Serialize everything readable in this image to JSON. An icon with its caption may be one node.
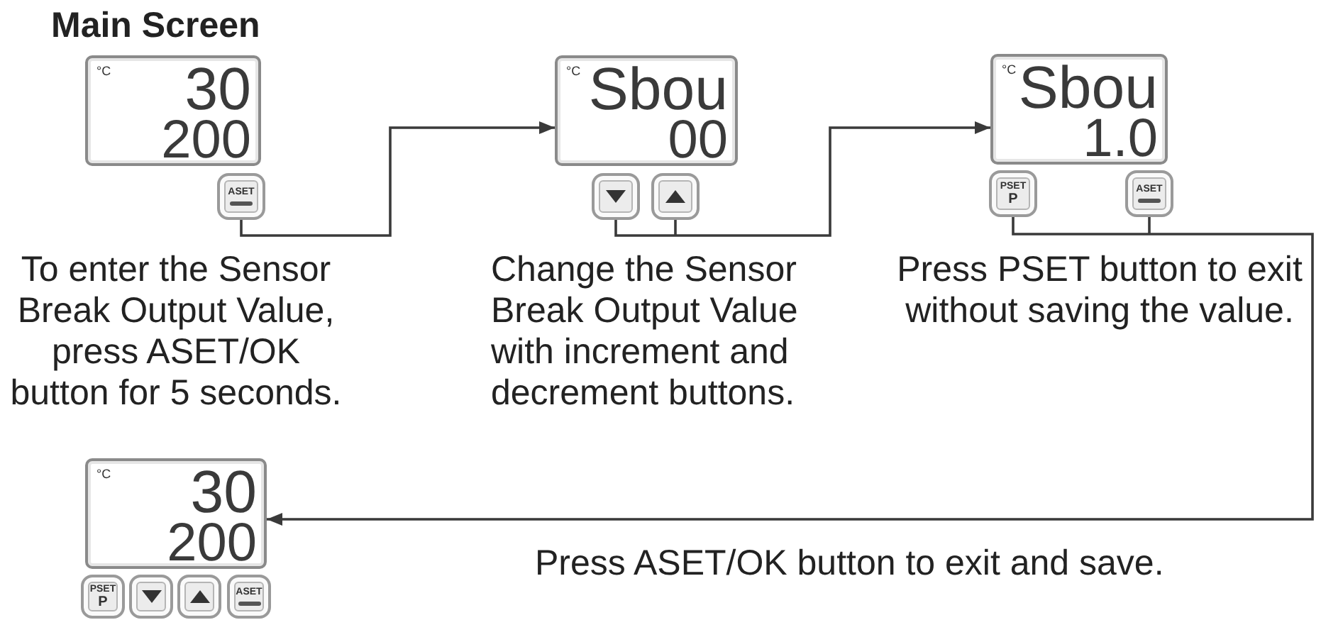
{
  "diagram": {
    "nodes": [
      {
        "text": [
          "Main Screen",
          "°C",
          "30",
          "200"
        ]
      },
      {
        "text": [
          "ASET"
        ]
      },
      {
        "text": [
          "°C",
          "Sbou",
          "00"
        ]
      },
      {
        "text": [],
        "shape": "button"
      },
      {
        "text": [],
        "shape": "button"
      },
      {
        "text": [
          "°C",
          "Sbou",
          "1.0"
        ]
      },
      {
        "text": [
          "PSET",
          "P"
        ]
      },
      {
        "text": [
          "ASET"
        ]
      },
      {
        "text": [
          "°C",
          "30",
          "200"
        ]
      },
      {
        "text": [
          "PSET",
          "P"
        ]
      },
      {
        "text": [],
        "shape": "button"
      },
      {
        "text": [],
        "shape": "button"
      },
      {
        "text": [
          "ASET"
        ]
      }
    ],
    "edges": [
      {
        "from": 1,
        "to": 2,
        "arrow": "to"
      },
      {
        "from": 3,
        "to": 5,
        "arrow": "to"
      },
      {
        "from": 4,
        "to": 5,
        "arrow": "to"
      },
      {
        "from": 6,
        "to": 8,
        "arrow": "to"
      },
      {
        "from": 7,
        "to": 8,
        "arrow": "to",
        "label": "Press ASET/OK button to exit and save."
      }
    ],
    "labels": [
      "To enter the Sensor Break Output Value, press ASET/OK button for 5 seconds.",
      "Change the Sensor Break Output Value with increment and decrement buttons.",
      "Press PSET button to exit without saving the value."
    ]
  }
}
